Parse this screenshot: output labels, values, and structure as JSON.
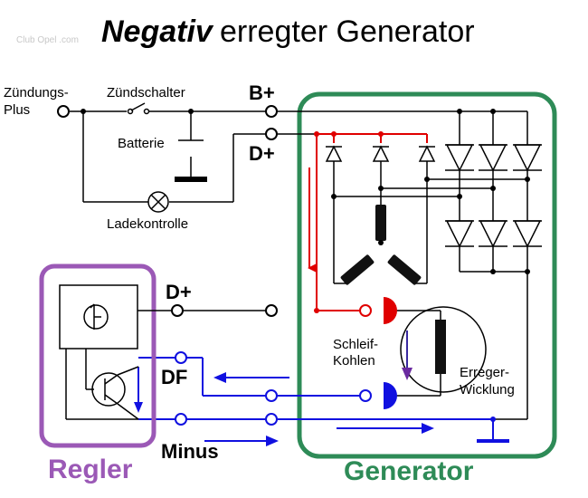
{
  "title": {
    "emphasis": "Negativ",
    "rest": "erregter Generator"
  },
  "watermark": "Club Opel .com",
  "labels": {
    "zuendungs_plus_1": "Zündungs-",
    "zuendungs_plus_2": "Plus",
    "zuendschalter": "Zündschalter",
    "batterie": "Batterie",
    "ladekontrolle": "Ladekontrolle",
    "b_plus": "B+",
    "d_plus_top": "D+",
    "d_plus_mid": "D+",
    "df": "DF",
    "minus": "Minus",
    "schleifkohlen_1": "Schleif-",
    "schleifkohlen_2": "Kohlen",
    "erreger_1": "Erreger-",
    "erreger_2": "Wicklung"
  },
  "boxes": {
    "regler": {
      "label": "Regler",
      "color": "#9b59b6"
    },
    "generator": {
      "label": "Generator",
      "color": "#2e8b57"
    }
  },
  "colors": {
    "wire": "#000000",
    "excitation": "#e00000",
    "regulator_path": "#1010e0",
    "brush": "#e00000",
    "diode": "#000000"
  }
}
